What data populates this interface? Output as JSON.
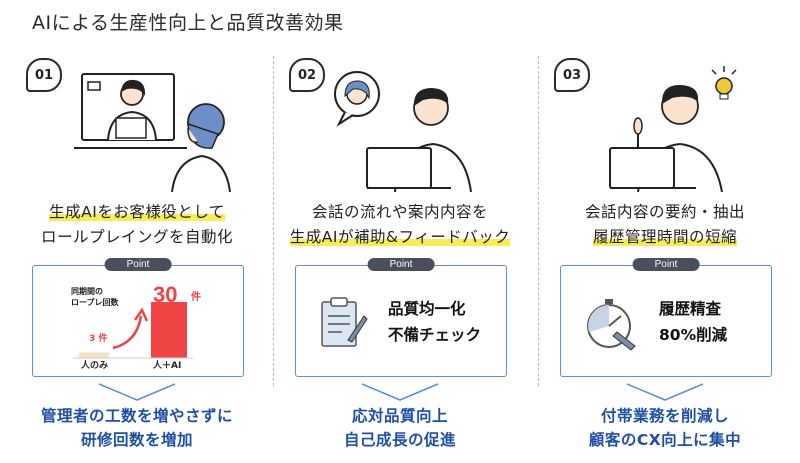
{
  "title": "AIによる生産性向上と品質改善効果",
  "colors": {
    "accent_blue": "#5b8fd6",
    "result_blue": "#1f4fa3",
    "highlight": "#f7ec5a",
    "bar_red": "#f04444"
  },
  "cards": [
    {
      "number": "01",
      "caption_line1": "生成AIをお客様役として",
      "caption_line2": "ロールプレイングを自動化",
      "point_label": "Point",
      "chart_title_line1": "同期間の",
      "chart_title_line2": "ロープレ回数",
      "value_before": "3 件",
      "value_after_num": "30",
      "value_after_unit": "件",
      "label_before": "人のみ",
      "label_after": "人＋AI",
      "result_line1": "管理者の工数を増やさずに",
      "result_line2": "研修回数を増加"
    },
    {
      "number": "02",
      "caption_line1": "会話の流れや案内内容を",
      "caption_line2": "生成AIが補助&フィードバック",
      "point_label": "Point",
      "box_line1": "品質均一化",
      "box_line2": "不備チェック",
      "result_line1": "応対品質向上",
      "result_line2": "自己成長の促進"
    },
    {
      "number": "03",
      "caption_line1": "会話内容の要約・抽出",
      "caption_line2": "履歴管理時間の短縮",
      "point_label": "Point",
      "box_line1": "履歴精査",
      "box_line2": "80%削減",
      "result_line1": "付帯業務を削減し",
      "result_line2": "顧客のCX向上に集中"
    }
  ],
  "chart_data": {
    "type": "bar",
    "categories": [
      "人のみ",
      "人＋AI"
    ],
    "values": [
      3,
      30
    ],
    "title": "同期間の ロープレ回数"
  }
}
